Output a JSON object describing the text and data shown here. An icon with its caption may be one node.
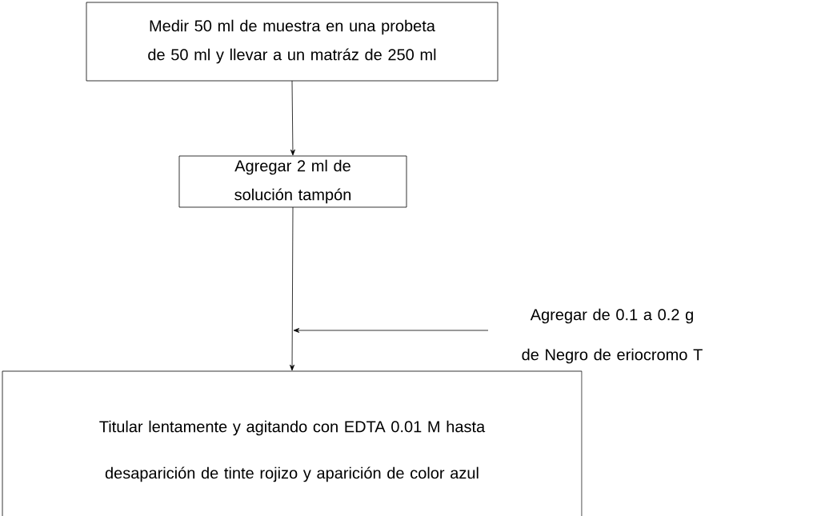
{
  "diagram": {
    "nodes": [
      {
        "text": [
          "Medir 50 ml de muestra en una probeta de 50 ml y llevar a un matráz de 250 ml"
        ]
      },
      {
        "text": [
          "Agregar 2 ml de solución tampón"
        ]
      },
      {
        "text": [
          "Agregar de 0.1 a 0.2 g de Negro de eriocromo T"
        ]
      },
      {
        "text": [
          "Titular lentamente y agitando con EDTA 0.01 M hasta desaparición de tinte rojizo y aparición de color azul"
        ]
      }
    ],
    "edges": [
      {
        "from": 0,
        "to": 1,
        "arrow": "to"
      },
      {
        "from": 1,
        "to": 3,
        "arrow": "to"
      },
      {
        "from": 2,
        "to": null,
        "arrow": "to"
      }
    ]
  }
}
